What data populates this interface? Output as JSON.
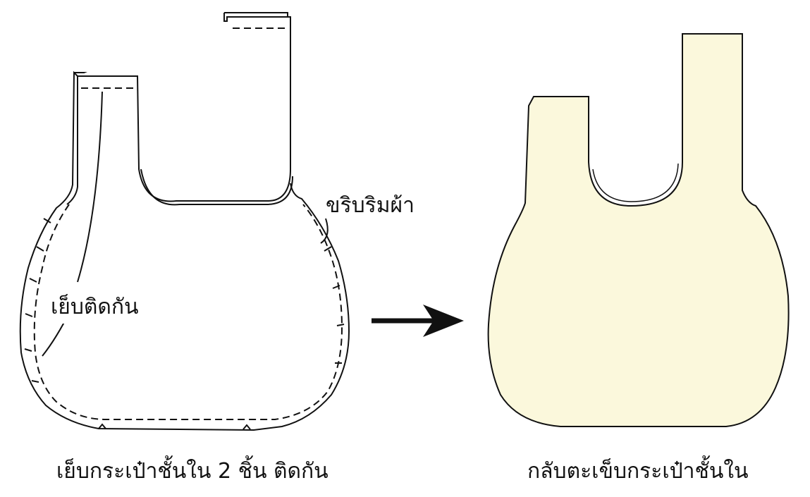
{
  "labels": {
    "trim_edge": "ขริบริมผ้า",
    "sew_together": "เย็บติดกัน",
    "left_caption": "เย็บกระเป๋าชั้นใน 2 ชิ้น ติดกัน",
    "right_caption": "กลับตะเข็บกระเป๋าชั้นใน"
  },
  "colors": {
    "bag_fill": "#fbf8dc",
    "line": "#111111"
  }
}
